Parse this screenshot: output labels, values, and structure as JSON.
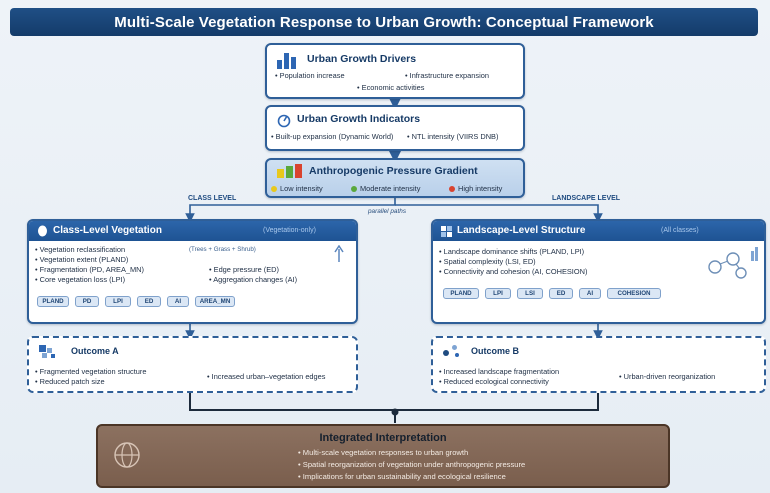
{
  "title": "Multi-Scale Vegetation Response to Urban Growth: Conceptual Framework",
  "drivers": {
    "title": "Urban Growth Drivers",
    "items": [
      "• Population increase",
      "• Infrastructure expansion",
      "• Economic activities"
    ]
  },
  "indicators": {
    "title": "Urban Growth Indicators",
    "items": [
      "• Built-up expansion (Dynamic World)",
      "• NTL intensity (VIIRS DNB)"
    ]
  },
  "pressure": {
    "title": "Anthropogenic Pressure Gradient",
    "levels": [
      {
        "label": "Low intensity",
        "color": "#e8c81c"
      },
      {
        "label": "Moderate intensity",
        "color": "#5aa83c"
      },
      {
        "label": "High intensity",
        "color": "#d9432f"
      }
    ]
  },
  "branch": {
    "left_label": "CLASS LEVEL",
    "right_label": "LANDSCAPE LEVEL",
    "center_note": "parallel paths"
  },
  "class_panel": {
    "title": "Class-Level Vegetation",
    "tag": "(Vegetation-only)",
    "items": [
      "• Vegetation reclassification",
      "• Vegetation extent (PLAND)",
      "• Fragmentation (PD, AREA_MN)",
      "• Core vegetation loss (LPI)"
    ],
    "note": "(Trees + Grass + Shrub)",
    "items_right": [
      "• Edge pressure (ED)",
      "• Aggregation changes (AI)"
    ],
    "metrics": [
      "PLAND",
      "PD",
      "LPI",
      "ED",
      "AI",
      "AREA_MN"
    ]
  },
  "land_panel": {
    "title": "Landscape-Level Structure",
    "tag": "(All classes)",
    "items": [
      "• Landscape dominance shifts (PLAND, LPI)",
      "• Spatial complexity (LSI, ED)",
      "• Connectivity and cohesion (AI, COHESION)"
    ],
    "metrics": [
      "PLAND",
      "LPI",
      "LSI",
      "ED",
      "AI",
      "COHESION"
    ]
  },
  "outcome_a": {
    "title": "Outcome A",
    "items": [
      "• Fragmented vegetation structure",
      "• Reduced patch size"
    ],
    "item_right": "• Increased urban–vegetation edges"
  },
  "outcome_b": {
    "title": "Outcome B",
    "items": [
      "• Increased landscape fragmentation",
      "• Reduced ecological connectivity"
    ],
    "item_right": "• Urban-driven reorganization"
  },
  "integrated": {
    "title": "Integrated Interpretation",
    "items": [
      "• Multi-scale vegetation responses to urban growth",
      "• Spatial reorganization of vegetation under anthropogenic pressure",
      "• Implications for urban sustainability and ecological resilience"
    ]
  }
}
